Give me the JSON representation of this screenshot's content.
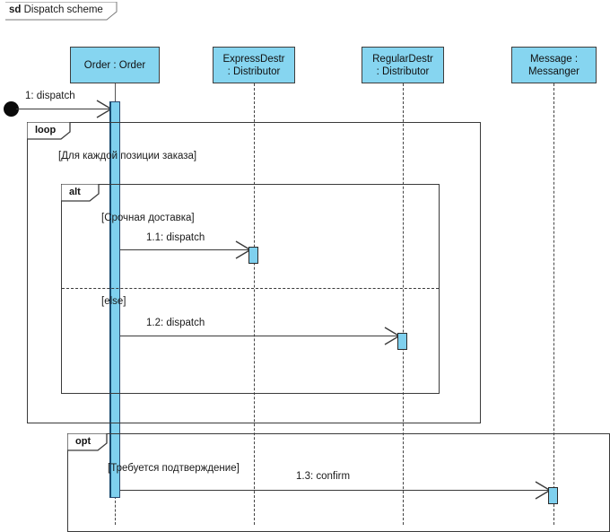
{
  "diagram": {
    "kind_keyword": "sd",
    "title": "Dispatch scheme",
    "colors": {
      "lifeline_fill": "#86d5f0",
      "activation_fill": "#7fd0ee",
      "activation_border": "#18496e",
      "line": "#3a3a3a"
    }
  },
  "lifelines": [
    {
      "id": "order",
      "line1": "Order : Order",
      "line2": ""
    },
    {
      "id": "express",
      "line1": "ExpressDestr",
      "line2": ": Distributor"
    },
    {
      "id": "regular",
      "line1": "RegularDestr",
      "line2": ": Distributor"
    },
    {
      "id": "messenger",
      "line1": "Message :",
      "line2": "Messanger"
    }
  ],
  "messages": [
    {
      "id": "m0",
      "label": "1: dispatch",
      "from": "found",
      "to": "order"
    },
    {
      "id": "m1",
      "label": "1.1: dispatch",
      "from": "order",
      "to": "express"
    },
    {
      "id": "m2",
      "label": "1.2: dispatch",
      "from": "order",
      "to": "regular"
    },
    {
      "id": "m3",
      "label": "1.3: confirm",
      "from": "order",
      "to": "messenger"
    }
  ],
  "fragments": [
    {
      "id": "loop",
      "operator": "loop",
      "guard": "[Для каждой позиции заказа]"
    },
    {
      "id": "alt",
      "operator": "alt",
      "guard": "[Срочная доставка]",
      "else_guard": "[else]"
    },
    {
      "id": "opt",
      "operator": "opt",
      "guard": "[Требуется подтверждение]"
    }
  ]
}
